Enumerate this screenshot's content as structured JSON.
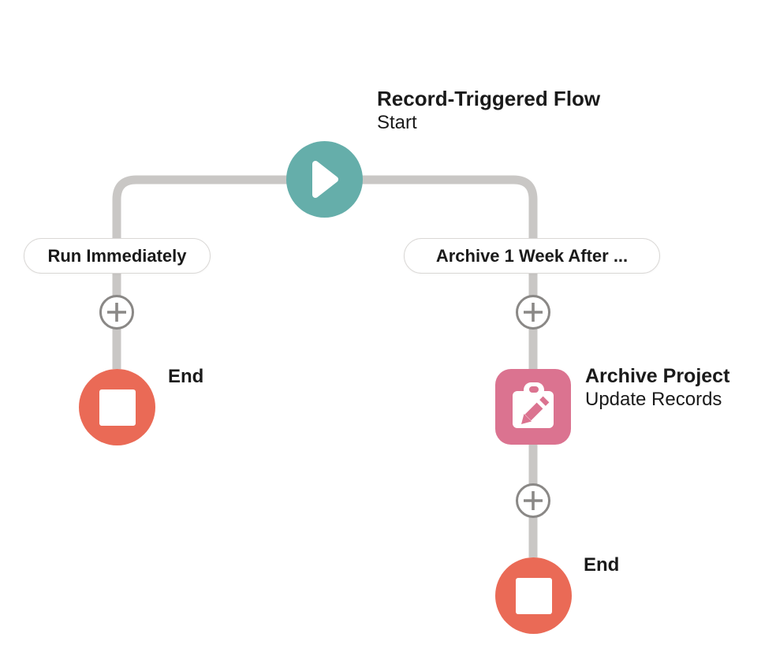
{
  "start": {
    "title": "Record-Triggered Flow",
    "subtitle": "Start",
    "icon": "play-icon",
    "color": "#65aeaa"
  },
  "branches": [
    {
      "label": "Run Immediately"
    },
    {
      "label": "Archive 1 Week After ..."
    }
  ],
  "nodes": [
    {
      "type": "end",
      "label": "End",
      "icon": "stop-icon",
      "color": "#ea6a56"
    },
    {
      "type": "update_records",
      "title": "Archive Project",
      "subtitle": "Update Records",
      "icon": "clipboard-pencil-icon",
      "color": "#db7390"
    },
    {
      "type": "end",
      "label": "End",
      "icon": "stop-icon",
      "color": "#ea6a56"
    }
  ],
  "colors": {
    "connector": "#c9c7c5",
    "plus_gray": "#8a8886",
    "pill_border": "#dad8d6",
    "text": "#1a1a1a",
    "background": "#ffffff"
  }
}
